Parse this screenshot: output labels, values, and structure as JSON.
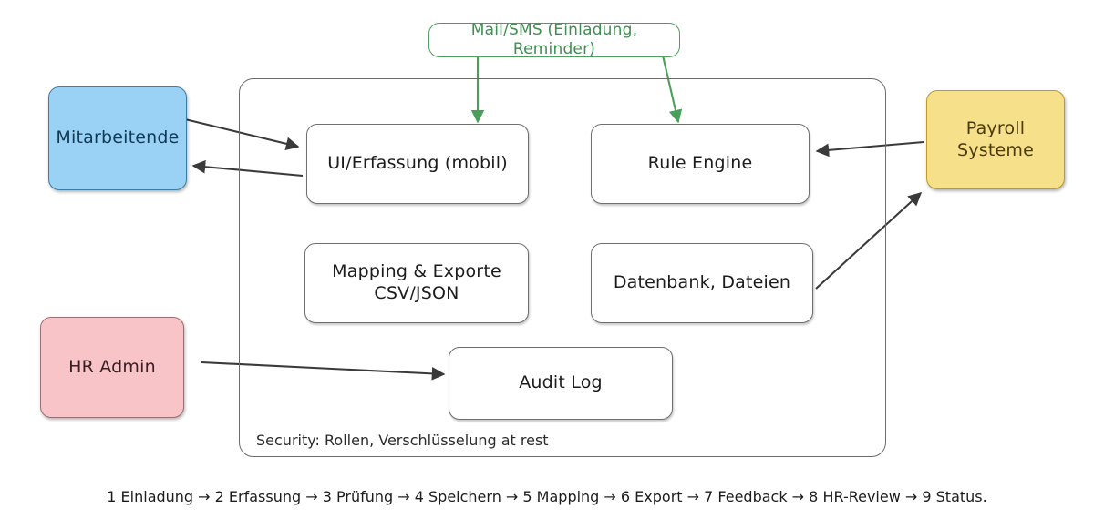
{
  "diagram": {
    "title_caption": "1 Einladung → 2 Erfassung → 3 Prüfung → 4 Speichern → 5 Mapping → 6 Export → 7 Feedback → 8 HR-Review → 9 Status.",
    "security_note": "Security: Rollen, Verschlüsselung at rest",
    "colors": {
      "actor_employee_fill": "#9ad2f5",
      "actor_employee_border": "#3d7ea6",
      "actor_payroll_fill": "#f7e08a",
      "actor_payroll_border": "#b99b2e",
      "actor_hr_fill": "#f8c4c8",
      "actor_hr_border": "#9c6e75",
      "notification_stroke": "#4aa05a",
      "node_border": "#6e6e6e",
      "edge_stroke": "#3a3a3a",
      "boundary_border": "#6b6b6b"
    },
    "external_nodes": [
      {
        "id": "mitarbeitende",
        "label": "Mitarbeitende"
      },
      {
        "id": "payroll",
        "label": "Payroll Systeme"
      },
      {
        "id": "hr_admin",
        "label": "HR Admin"
      }
    ],
    "notification": {
      "id": "mail_sms",
      "label": "Mail/SMS (Einladung, Reminder)"
    },
    "system_nodes": [
      {
        "id": "ui_erfassung",
        "label": "UI/Erfassung (mobil)"
      },
      {
        "id": "rule_engine",
        "label": "Rule Engine"
      },
      {
        "id": "mapping_exporte",
        "label_line1": "Mapping & Exporte",
        "label_line2": "CSV/JSON"
      },
      {
        "id": "datenbank",
        "label": "Datenbank, Dateien"
      },
      {
        "id": "audit_log",
        "label": "Audit Log"
      }
    ],
    "edges": [
      {
        "from": "mitarbeitende",
        "to": "ui_erfassung",
        "style": "solid",
        "color": "#3a3a3a"
      },
      {
        "from": "ui_erfassung",
        "to": "mitarbeitende",
        "style": "solid",
        "color": "#3a3a3a"
      },
      {
        "from": "mail_sms",
        "to": "ui_erfassung",
        "style": "solid",
        "color": "#4aa05a"
      },
      {
        "from": "mail_sms",
        "to": "rule_engine",
        "style": "solid",
        "color": "#4aa05a"
      },
      {
        "from": "payroll",
        "to": "rule_engine",
        "style": "solid",
        "color": "#3a3a3a"
      },
      {
        "from": "datenbank",
        "to": "payroll",
        "style": "solid",
        "color": "#3a3a3a"
      },
      {
        "from": "hr_admin",
        "to": "audit_log",
        "style": "solid",
        "color": "#3a3a3a"
      }
    ]
  }
}
